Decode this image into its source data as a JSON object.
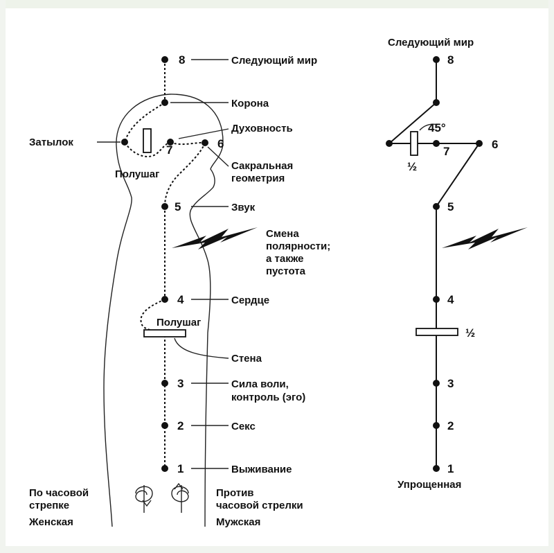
{
  "left_figure": {
    "points": [
      {
        "number": "8",
        "label": "Следующий мир"
      },
      {
        "number": "",
        "label": "Корона"
      },
      {
        "number": "7",
        "label": "Духовность"
      },
      {
        "number": "6",
        "label": ""
      },
      {
        "number": "5",
        "label": "Звук"
      },
      {
        "number": "4",
        "label": "Сердце"
      },
      {
        "number": "3",
        "label_lines": [
          "Сила воли,",
          "контроль (эго)"
        ]
      },
      {
        "number": "2",
        "label": "Секс"
      },
      {
        "number": "1",
        "label": "Выживание"
      }
    ],
    "occiput_label": "Затылок",
    "hemisphere_top": "Полушаг",
    "hemisphere_mid": "Полушаг",
    "sacred_geometry": [
      "Сакральная",
      "геометрия"
    ],
    "polarity_shift": [
      "Смена",
      "полярности;",
      "а также",
      "пустота"
    ],
    "wall_label": "Стена",
    "clockwise": [
      "По часовой",
      "стрепке"
    ],
    "female": "Женская",
    "counterclockwise": [
      "Против",
      "часовой стрелки"
    ],
    "male": "Мужская"
  },
  "right_figure": {
    "title": "Следующий мир",
    "numbers": [
      "8",
      "7",
      "6",
      "5",
      "4",
      "3",
      "2",
      "1"
    ],
    "angle": "45°",
    "half_top": "½",
    "half_mid": "½",
    "caption": "Упрощенная"
  }
}
